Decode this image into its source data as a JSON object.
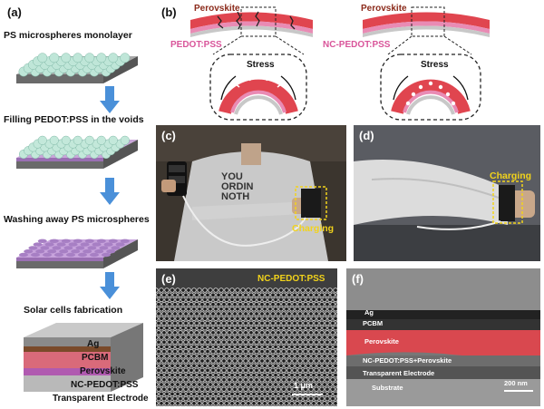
{
  "panels": {
    "a": "(a)",
    "b": "(b)",
    "c": "(c)",
    "d": "(d)",
    "e": "(e)",
    "f": "(f)"
  },
  "panel_a": {
    "steps": [
      "PS microspheres monolayer",
      "Filling PEDOT:PSS in the voids",
      "Washing away PS microspheres",
      "Solar cells fabrication"
    ],
    "stack_layers": [
      "Ag",
      "PCBM",
      "Perovskite",
      "NC-PEDOT:PSS",
      "Transparent Electrode"
    ]
  },
  "panel_b": {
    "left_top": "Perovskite",
    "left_bottom": "PEDOT:PSS",
    "right_top": "Perovskite",
    "right_bottom": "NC-PEDOT:PSS",
    "stress_label": "Stress"
  },
  "panel_c": {
    "charging": "Charging",
    "shirt_text": [
      "YOU",
      "ORDIN",
      "NOTH"
    ]
  },
  "panel_d": {
    "charging": "Charging"
  },
  "panel_e": {
    "title": "NC-PEDOT:PSS",
    "scale": "1 μm"
  },
  "panel_f": {
    "layers": [
      "Ag",
      "PCBM",
      "Perovskite",
      "NC-PEDOT:PSS+Perovskite",
      "Transparent Electrode",
      "Substrate"
    ],
    "scale": "200 nm"
  },
  "colors": {
    "perovskite": "#e0454f",
    "pedot": "#e98bb4",
    "substrate": "#9c9c9c",
    "arrow": "#4a90d9",
    "charging": "#f2d31b"
  }
}
